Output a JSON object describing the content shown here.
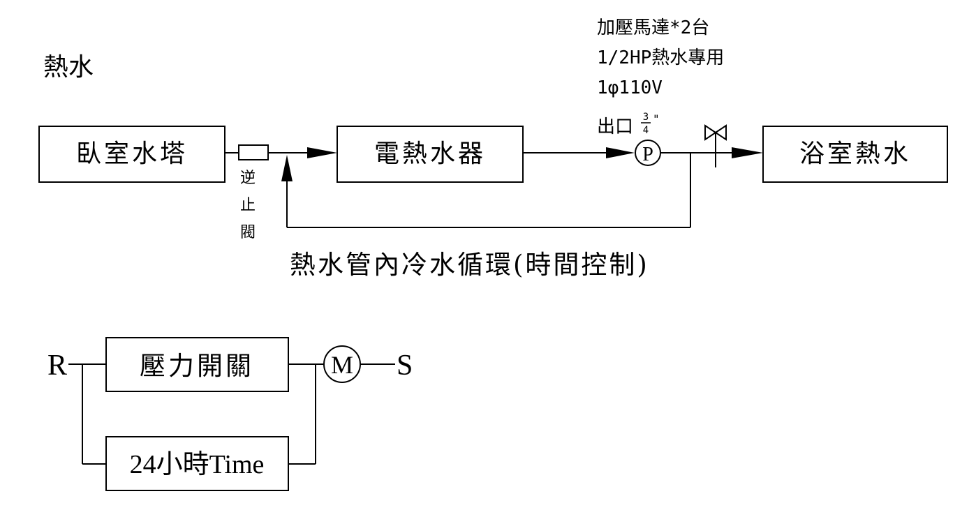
{
  "hot_water": {
    "title": "熱水",
    "boxes": {
      "bedroom_tower": "臥室水塔",
      "electric_heater": "電熱水器",
      "bathroom_hot_water": "浴室熱水"
    },
    "check_valve": [
      "逆",
      "止",
      "閥"
    ],
    "pump": {
      "symbol": "P",
      "note_lines": [
        "加壓馬達*2台",
        "1/2HP熱水專用",
        "1φ110V"
      ],
      "outlet_label": "出口",
      "outlet_frac_num": "3",
      "outlet_frac_den": "4",
      "outlet_unit": "\""
    },
    "circulation_label": "熱水管內冷水循環(時間控制)"
  },
  "control": {
    "r_label": "R",
    "s_label": "S",
    "pressure_switch": "壓力開關",
    "timer": "24小時Time",
    "motor_symbol": "M"
  }
}
